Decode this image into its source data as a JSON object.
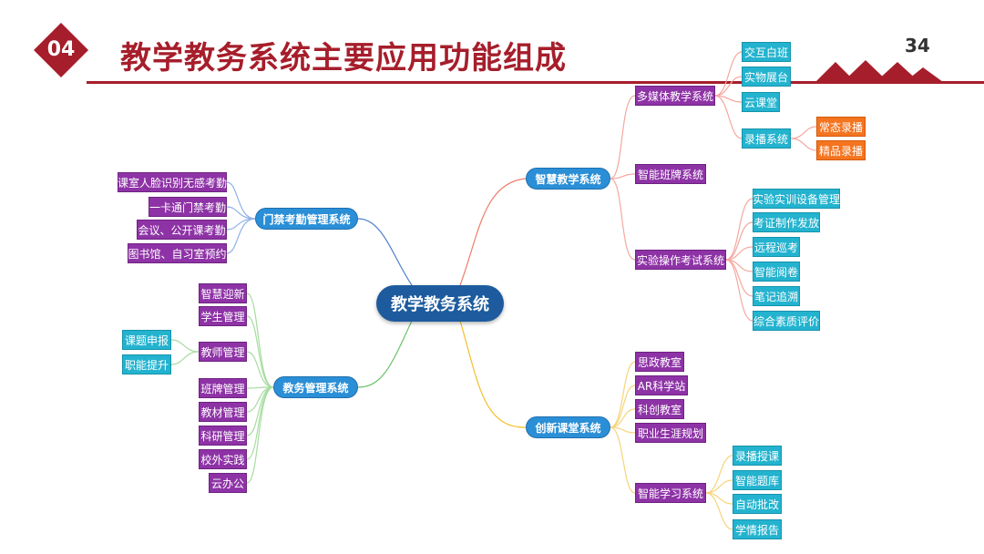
{
  "header": {
    "badge": "04",
    "title": "教学教务系统主要应用功能组成",
    "page_number": "34"
  },
  "colors": {
    "brand": "#a61e2b",
    "root": "#1d5b9e",
    "branch": "#2a8fd6",
    "purple": "#8e33a6",
    "cyan": "#23b3cf",
    "orange": "#f4741f"
  },
  "mindmap": {
    "root": "教学教务系统",
    "smart_teaching": {
      "label": "智慧教学系统",
      "multimedia": {
        "label": "多媒体教学系统",
        "items": [
          "交互白班",
          "实物展台",
          "云课堂"
        ],
        "recording": {
          "label": "录播系统",
          "items": [
            "常态录播",
            "精品录播"
          ]
        }
      },
      "class_board": "智能班牌系统",
      "experiment": {
        "label": "实验操作考试系统",
        "items": [
          "实验实训设备管理",
          "考证制作发放",
          "远程巡考",
          "智能阅卷",
          "笔记追溯",
          "综合素质评价"
        ]
      }
    },
    "access_control": {
      "label": "门禁考勤管理系统",
      "items": [
        "课室人脸识别无感考勤",
        "一卡通门禁考勤",
        "会议、公开课考勤",
        "图书馆、自习室预约"
      ]
    },
    "academic_affairs": {
      "label": "教务管理系统",
      "items_top": [
        "智慧迎新",
        "学生管理"
      ],
      "teacher": {
        "label": "教师管理",
        "items": [
          "课题申报",
          "职能提升"
        ]
      },
      "items_bottom": [
        "班牌管理",
        "教材管理",
        "科研管理",
        "校外实践",
        "云办公"
      ]
    },
    "innovation": {
      "label": "创新课堂系统",
      "items": [
        "思政教室",
        "AR科学站",
        "科创教室",
        "职业生涯规划"
      ],
      "smart_learning": {
        "label": "智能学习系统",
        "items": [
          "录播授课",
          "智能题库",
          "自动批改",
          "学情报告"
        ]
      }
    }
  }
}
